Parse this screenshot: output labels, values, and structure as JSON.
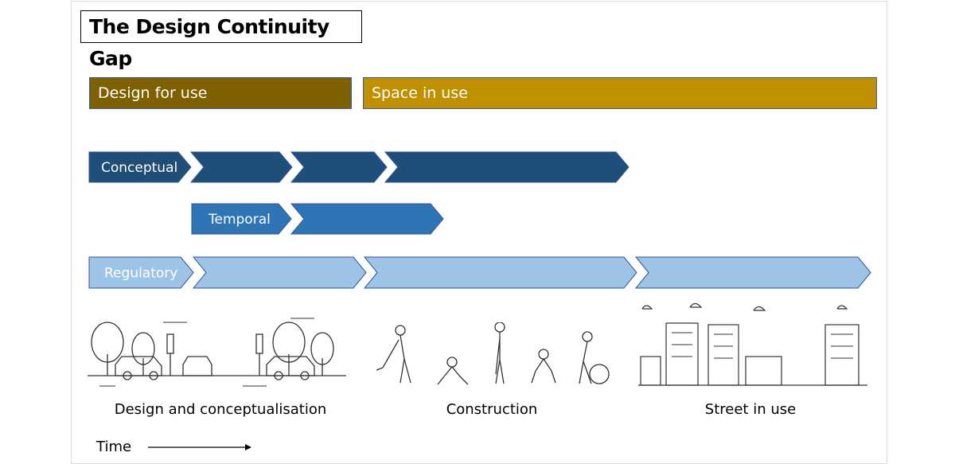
{
  "title": "The Design Continuity Gap",
  "phases": [
    {
      "label": "Design for use",
      "color": "#7f6000"
    },
    {
      "label": "Space in use",
      "color": "#bf9000"
    }
  ],
  "streams": [
    {
      "label": "Conceptual",
      "color": "#1f4e79",
      "text_color": "#ffffff"
    },
    {
      "label": "Temporal",
      "color": "#2e75b6",
      "text_color": "#ffffff"
    },
    {
      "label": "Regulatory",
      "color": "#9dc3e6",
      "text_color": "#ffffff"
    }
  ],
  "stages": [
    {
      "caption": "Design and conceptualisation",
      "icon": "street-design-illustration"
    },
    {
      "caption": "Construction",
      "icon": "construction-workers-illustration"
    },
    {
      "caption": "Street in use",
      "icon": "city-street-illustration"
    }
  ],
  "axis": {
    "label": "Time",
    "icon": "arrow-right-icon"
  }
}
